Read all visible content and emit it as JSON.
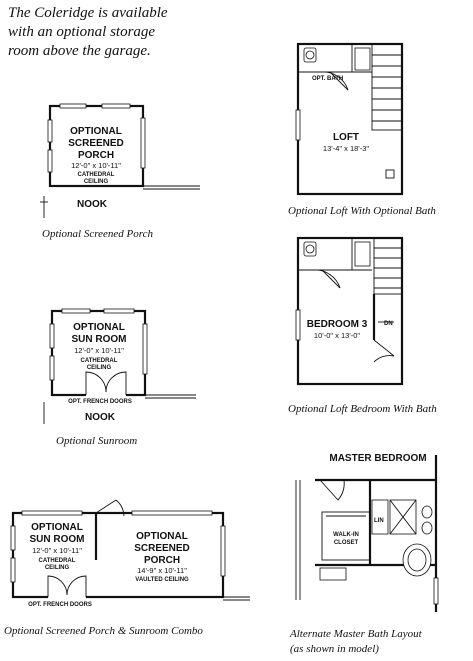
{
  "intro": {
    "line1": "The Coleridge is available",
    "line2": "with an optional storage",
    "line3": "room above the garage."
  },
  "plans": {
    "screened_porch": {
      "caption": "Optional Screened Porch",
      "room_line1": "OPTIONAL",
      "room_line2": "SCREENED",
      "room_line3": "PORCH",
      "dims": "12'-0\" x 10'-11\"",
      "note_line1": "CATHEDRAL",
      "note_line2": "CEILING",
      "nook": "NOOK"
    },
    "sunroom": {
      "caption": "Optional Sunroom",
      "room_line1": "OPTIONAL",
      "room_line2": "SUN ROOM",
      "dims": "12'-0\" x 10'-11\"",
      "note_line1": "CATHEDRAL",
      "note_line2": "CEILING",
      "doors": "OPT. FRENCH DOORS",
      "nook": "NOOK"
    },
    "combo": {
      "caption": "Optional Screened Porch & Sunroom Combo",
      "sun_line1": "OPTIONAL",
      "sun_line2": "SUN ROOM",
      "sun_dims": "12'-0\" x 10'-11\"",
      "sun_note1": "CATHEDRAL",
      "sun_note2": "CEILING",
      "porch_line1": "OPTIONAL",
      "porch_line2": "SCREENED",
      "porch_line3": "PORCH",
      "porch_dims": "14'-9\" x 10'-11\"",
      "porch_note": "VAULTED CEILING",
      "doors": "OPT. FRENCH DOORS"
    },
    "loft": {
      "caption": "Optional Loft With Optional Bath",
      "bath": "OPT. BATH",
      "room": "LOFT",
      "dims": "13'-4\" x 18'-3\""
    },
    "loft_bedroom": {
      "caption": "Optional Loft Bedroom With Bath",
      "room": "BEDROOM 3",
      "dims": "10'-0\" x 13'-0\"",
      "dn": "DN"
    },
    "master": {
      "caption_line1": "Alternate Master Bath Layout",
      "caption_line2": "(as shown in model)",
      "title": "MASTER BEDROOM",
      "lin": "LIN",
      "closet_line1": "WALK-IN",
      "closet_line2": "CLOSET"
    }
  }
}
